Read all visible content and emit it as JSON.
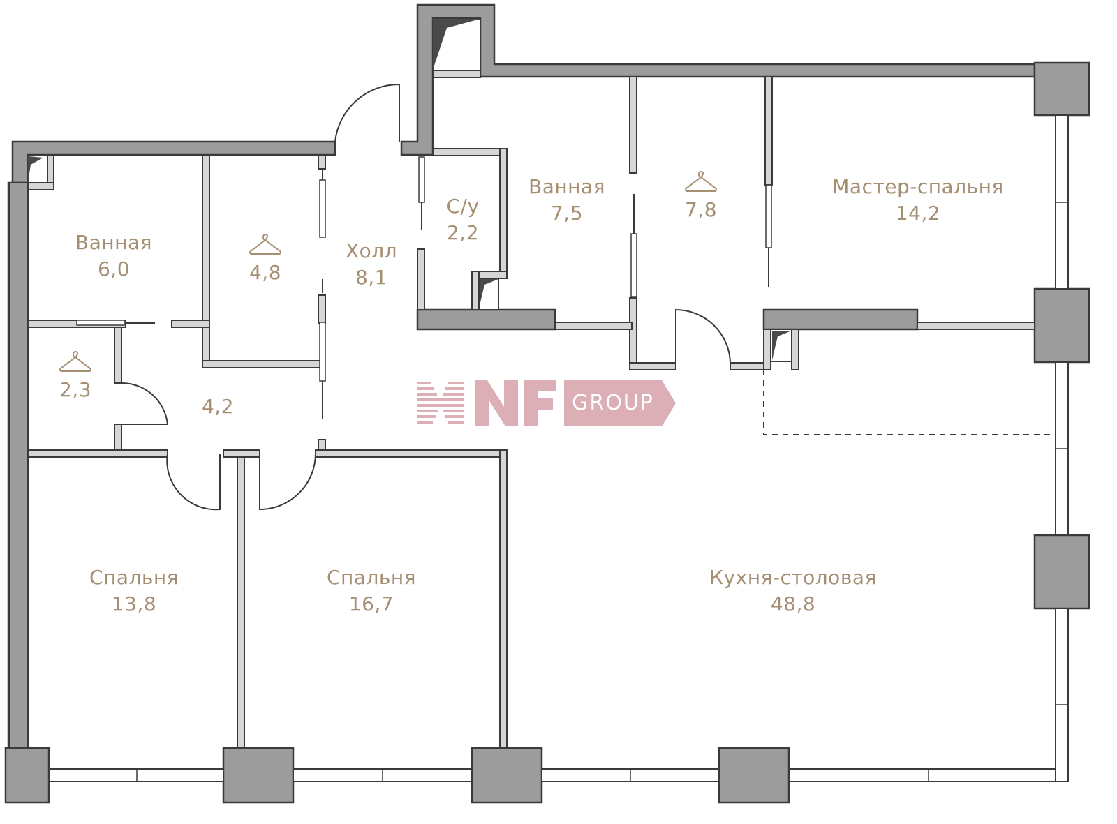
{
  "plan": {
    "wall_color": "#9c9c9c",
    "partition_color": "#d6d6d6",
    "outline_color": "#3a3a3a",
    "label_color": "#a48f73",
    "logo_color": "#dcaeb5"
  },
  "rooms": [
    {
      "name": "Ванная",
      "area": "6,0",
      "icon": null
    },
    {
      "name": "",
      "area": "4,8",
      "icon": "hanger-icon"
    },
    {
      "name": "Холл",
      "area": "8,1",
      "icon": null
    },
    {
      "name": "С/у",
      "area": "2,2",
      "icon": null
    },
    {
      "name": "Ванная",
      "area": "7,5",
      "icon": null
    },
    {
      "name": "",
      "area": "7,8",
      "icon": "hanger-icon"
    },
    {
      "name": "Мастер-спальня",
      "area": "14,2",
      "icon": null
    },
    {
      "name": "",
      "area": "2,3",
      "icon": "hanger-icon"
    },
    {
      "name": "",
      "area": "4,2",
      "icon": null
    },
    {
      "name": "Спальня",
      "area": "13,8",
      "icon": null
    },
    {
      "name": "Спальня",
      "area": "16,7",
      "icon": null
    },
    {
      "name": "Кухня-столовая",
      "area": "48,8",
      "icon": null
    }
  ],
  "logo": {
    "mark": "NF",
    "text": "GROUP"
  }
}
